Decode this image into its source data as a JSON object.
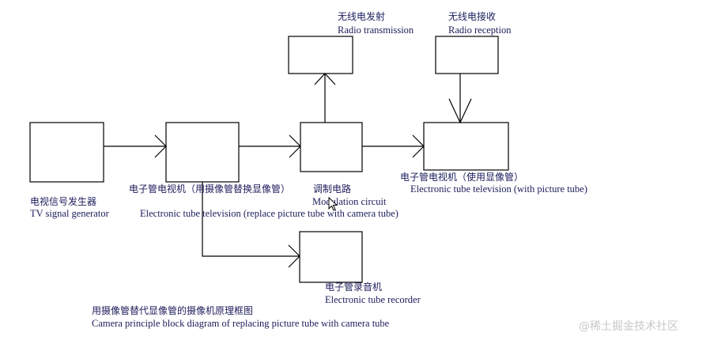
{
  "blocks": {
    "tv_signal_generator": {
      "zh": "电视信号发生器",
      "en": "TV signal generator"
    },
    "tv_camera_tube": {
      "zh": "电子管电视机（用摄像管替换显像管）",
      "en": "Electronic tube television (replace picture tube with camera tube)"
    },
    "modulation_circuit": {
      "zh": "调制电路",
      "en": "Modulation circuit"
    },
    "radio_transmission": {
      "zh": "无线电发射",
      "en": "Radio transmission"
    },
    "radio_reception": {
      "zh": "无线电接收",
      "en": "Radio reception"
    },
    "tv_picture_tube": {
      "zh": "电子管电视机（使用显像管）",
      "en": "Electronic tube television (with picture tube)"
    },
    "tube_recorder": {
      "zh": "电子管录音机",
      "en": "Electronic tube recorder"
    }
  },
  "caption": {
    "zh": "用摄像管替代显像管的摄像机原理框图",
    "en": "Camera principle block diagram of replacing picture tube with camera tube"
  },
  "watermark": "@稀土掘金技术社区"
}
